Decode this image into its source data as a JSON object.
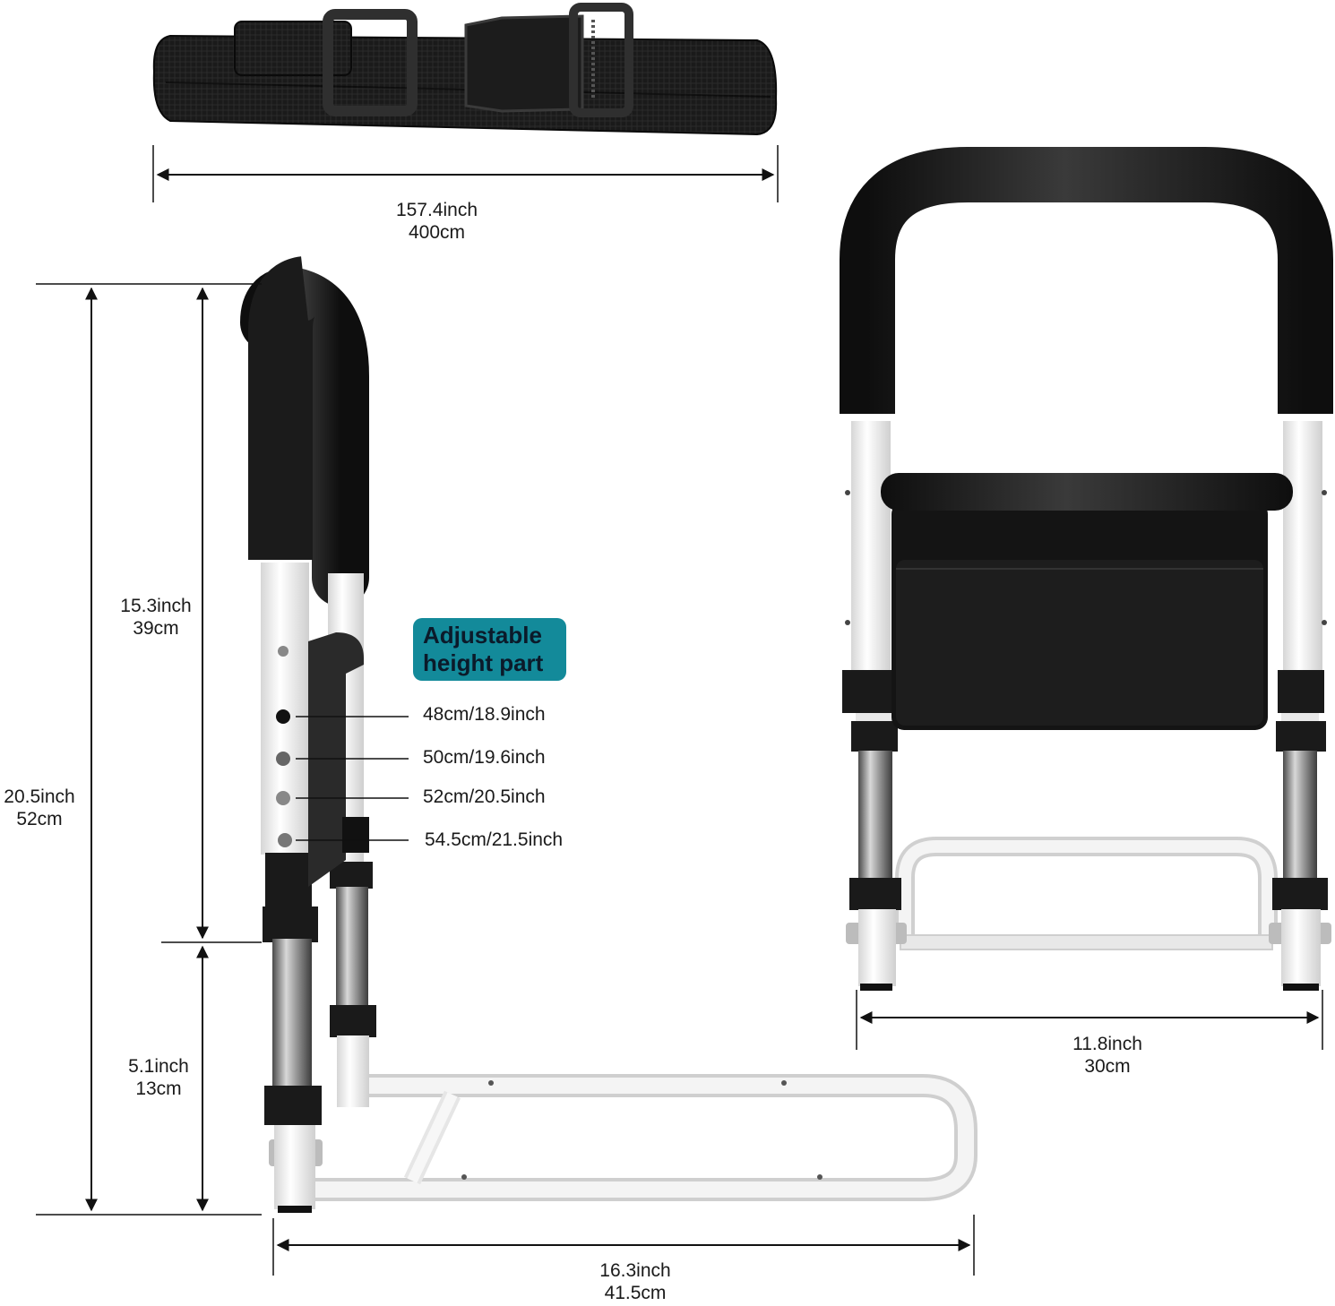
{
  "belt": {
    "length_inch": "157.4inch",
    "length_cm": "400cm"
  },
  "side_view": {
    "total_height_inch": "20.5inch",
    "total_height_cm": "52cm",
    "upper_height_inch": "15.3inch",
    "upper_height_cm": "39cm",
    "lower_height_inch": "5.1inch",
    "lower_height_cm": "13cm",
    "base_length_inch": "16.3inch",
    "base_length_cm": "41.5cm",
    "badge_line1": "Adjustable",
    "badge_line2": "height part",
    "height_options": [
      "48cm/18.9inch",
      "50cm/19.6inch",
      "52cm/20.5inch",
      "54.5cm/21.5inch"
    ]
  },
  "front_view": {
    "width_inch": "11.8inch",
    "width_cm": "30cm"
  },
  "colors": {
    "foam": "#161616",
    "frame": "#f2f2f2",
    "steel": "#8a8a8a",
    "badge": "#138a9a"
  }
}
